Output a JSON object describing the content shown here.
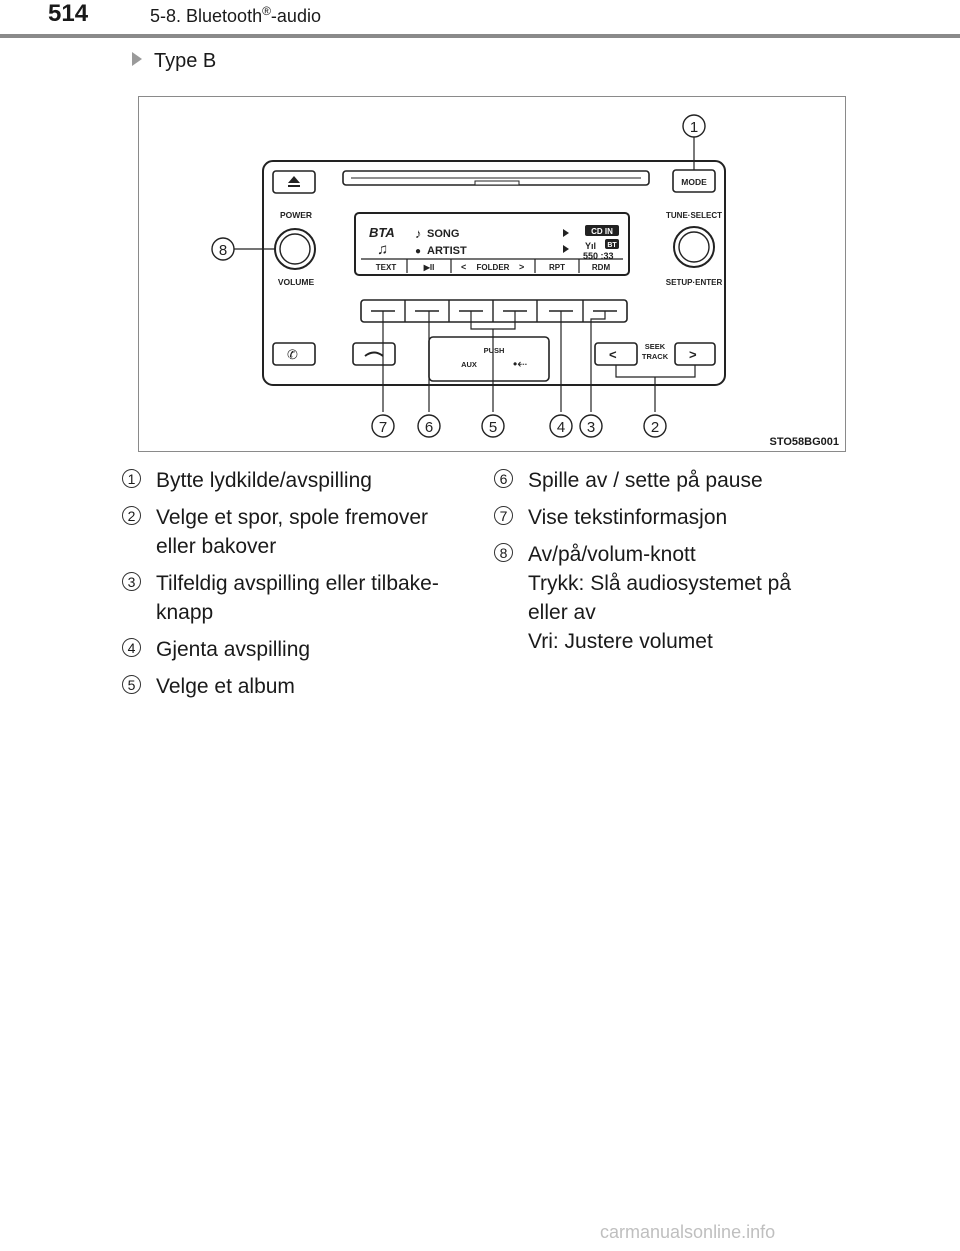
{
  "header": {
    "page_number": "514",
    "chapter": "5-8. Bluetooth",
    "chapter_sup": "®",
    "chapter_suffix": "-audio"
  },
  "subheading": "Type B",
  "figure": {
    "code": "STO58BG001",
    "labels": {
      "power": "POWER",
      "volume": "VOLUME",
      "mode": "MODE",
      "tune_select": "TUNE·SELECT",
      "setup_enter": "SETUP·ENTER",
      "push": "PUSH",
      "aux": "AUX",
      "seek": "SEEK",
      "track": "TRACK"
    },
    "display": {
      "source": "BTA",
      "song": "SONG",
      "artist": "ARTIST",
      "cd_in": "CD IN",
      "bt": "BT",
      "time": "550 :33",
      "buttons": [
        "TEXT",
        "▶II",
        "FOLDER",
        "RPT",
        "RDM"
      ]
    },
    "callouts": [
      "1",
      "2",
      "3",
      "4",
      "5",
      "6",
      "7",
      "8"
    ]
  },
  "legend": {
    "left": [
      {
        "num": "1",
        "lines": [
          "Bytte lydkilde/avspilling"
        ]
      },
      {
        "num": "2",
        "lines": [
          "Velge et spor, spole fremover",
          "eller bakover"
        ]
      },
      {
        "num": "3",
        "lines": [
          "Tilfeldig avspilling eller tilbake-",
          "knapp"
        ]
      },
      {
        "num": "4",
        "lines": [
          "Gjenta avspilling"
        ]
      },
      {
        "num": "5",
        "lines": [
          "Velge et album"
        ]
      }
    ],
    "right": [
      {
        "num": "6",
        "lines": [
          "Spille av / sette på pause"
        ]
      },
      {
        "num": "7",
        "lines": [
          "Vise tekstinformasjon"
        ]
      },
      {
        "num": "8",
        "lines": [
          "Av/på/volum-knott",
          "Trykk: Slå audiosystemet på",
          "eller av",
          "Vri: Justere volumet"
        ]
      }
    ]
  },
  "footer": "carmanualsonline.info"
}
